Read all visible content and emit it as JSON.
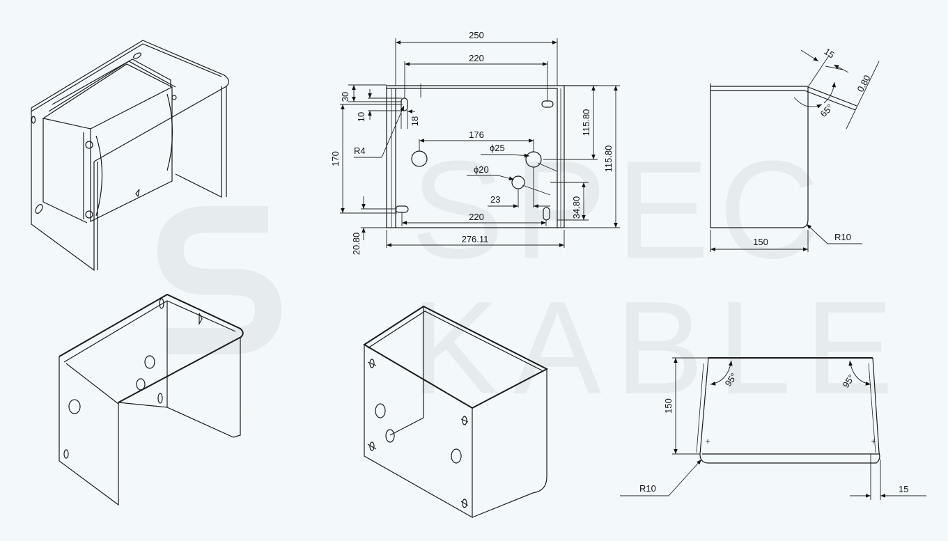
{
  "watermark": {
    "line1": "SPEC",
    "line2": "KABLE",
    "logo_color": "#e6ebee"
  },
  "colors": {
    "background": "#f3f8fb",
    "line": "#1a1a1a"
  },
  "front_view": {
    "overall_width": "250",
    "top_slot_spacing": "220",
    "top_offset": "30",
    "slot_height": "10",
    "slot_width": "18",
    "slot_radius": "R4",
    "hole_spacing": "176",
    "hole_large": "ϕ25",
    "hole_small": "ϕ20",
    "hole_offset": "23",
    "vertical_span": "170",
    "right_upper": "115.80",
    "right_total": "115.80",
    "bottom_offset_right": "34.80",
    "bottom_slot_spacing": "220",
    "bottom_offset_left": "20.80",
    "flat_width": "276.11"
  },
  "side_view": {
    "flange": "15",
    "thickness": "0.80",
    "angle": "65°",
    "depth": "150",
    "bend_radius": "R10"
  },
  "bottom_view": {
    "angle_left": "95°",
    "angle_right": "95°",
    "height": "150",
    "bend_radius": "R10",
    "flange": "15"
  }
}
